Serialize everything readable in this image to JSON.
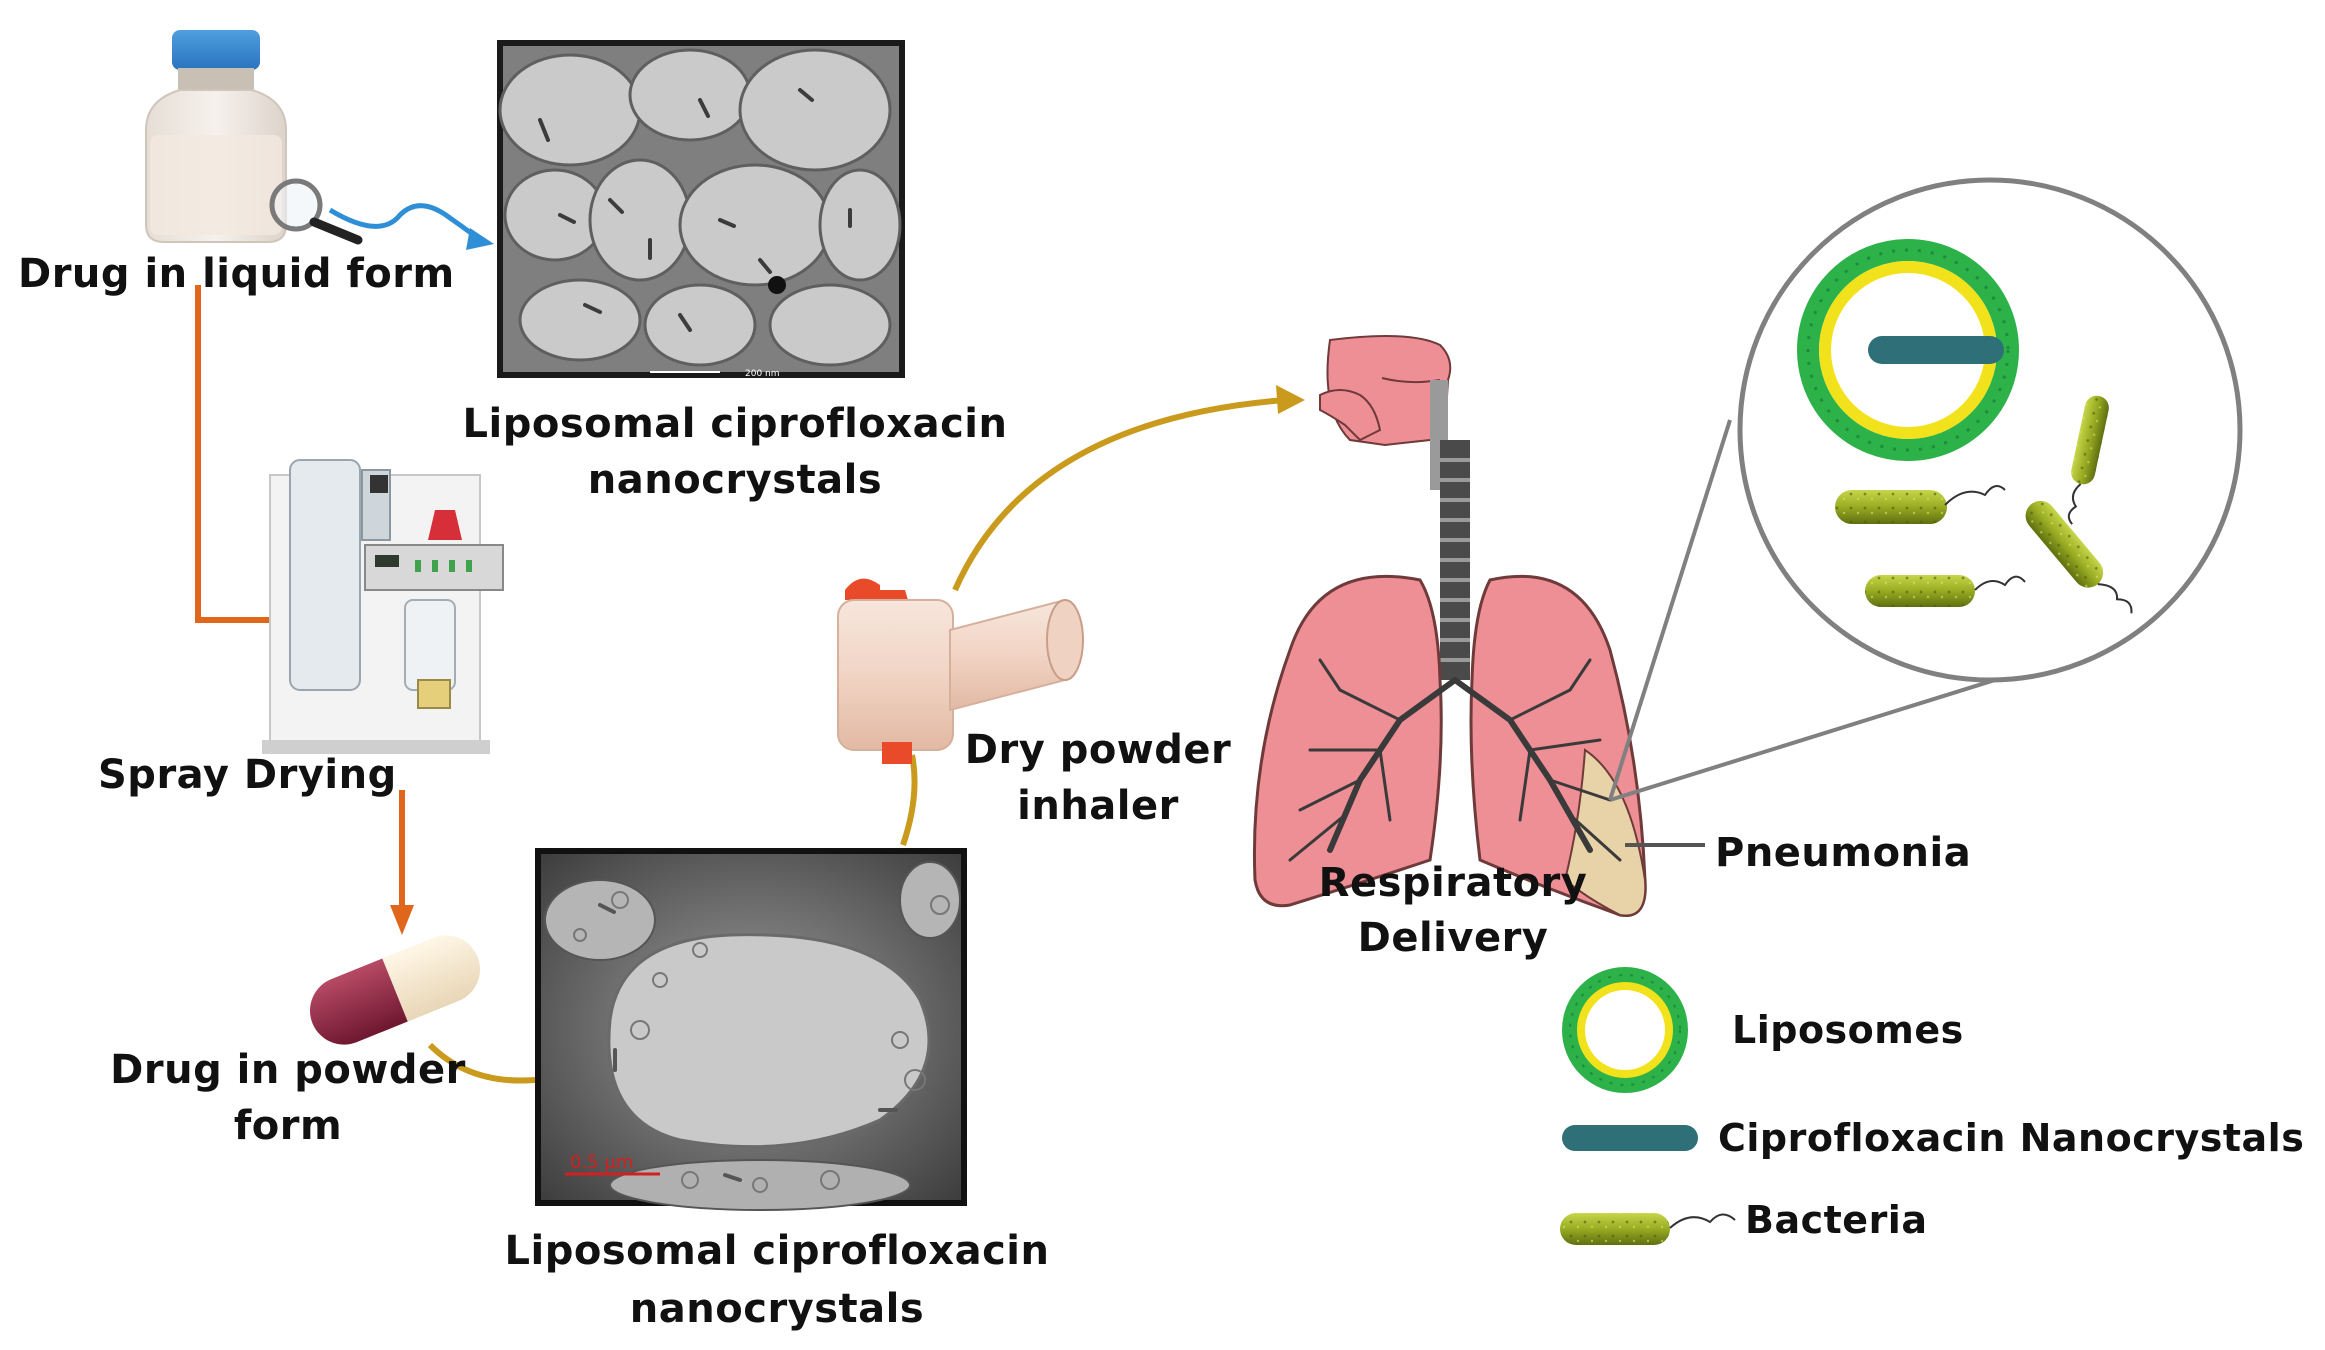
{
  "labels": {
    "drug_liquid": "Drug in liquid form",
    "micrograph_top_title_line1": "Liposomal ciprofloxacin",
    "micrograph_top_title_line2": "nanocrystals",
    "spray_drying": "Spray Drying",
    "drug_powder_line1": "Drug in powder",
    "drug_powder_line2": "form",
    "micrograph_bottom_title_line1": "Liposomal ciprofloxacin",
    "micrograph_bottom_title_line2": "nanocrystals",
    "inhaler_line1": "Dry powder",
    "inhaler_line2": "inhaler",
    "respiratory_line1": "Respiratory",
    "respiratory_line2": "Delivery",
    "pneumonia": "Pneumonia"
  },
  "scale_bars": {
    "top": "200 nm",
    "bottom": "0.5 µm"
  },
  "legend": [
    {
      "label": "Liposomes",
      "icon": "liposome-icon"
    },
    {
      "label": "Ciprofloxacin Nanocrystals",
      "icon": "nanocrystal-icon"
    },
    {
      "label": "Bacteria",
      "icon": "bacteria-icon"
    }
  ],
  "colors": {
    "connector_orange": "#e0661c",
    "connector_blue": "#2f8fd6",
    "connector_gold": "#c99a1c",
    "lung_pink": "#ee8f96",
    "liposome_green": "#2db24a",
    "liposome_yellow": "#f2e21b",
    "nanocrystal_teal": "#2f6f78",
    "bacteria_olive": "#9ab024"
  }
}
